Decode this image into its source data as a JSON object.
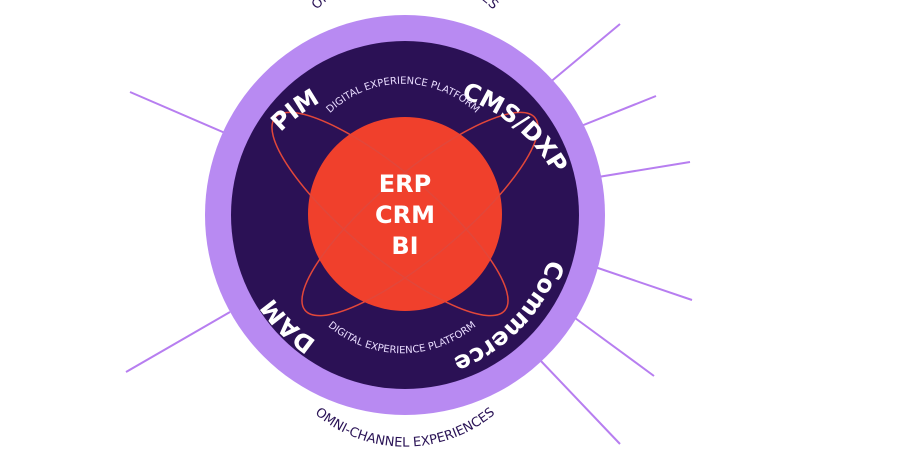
{
  "outer_ring": {
    "top_label": "OMNI-CHANNEL EXPERIENCES",
    "bottom_label": "OMNI-CHANNEL EXPERIENCES"
  },
  "platform": {
    "top_label": "DIGITAL EXPERIENCE PLATFORM",
    "bottom_label": "DIGITAL EXPERIENCE PLATFORM"
  },
  "components": {
    "pim": "PIM",
    "cms_dxp": "CMS/DXP",
    "commerce": "Commerce",
    "dam": "DAM"
  },
  "core": {
    "line1": "ERP",
    "line2": "CRM",
    "line3": "BI"
  },
  "colors": {
    "outer_ring": "#b88af2",
    "inner_disc": "#2b1155",
    "core": "#f0402c",
    "orbit": "#e2473a",
    "rays": "#b77ef0"
  }
}
